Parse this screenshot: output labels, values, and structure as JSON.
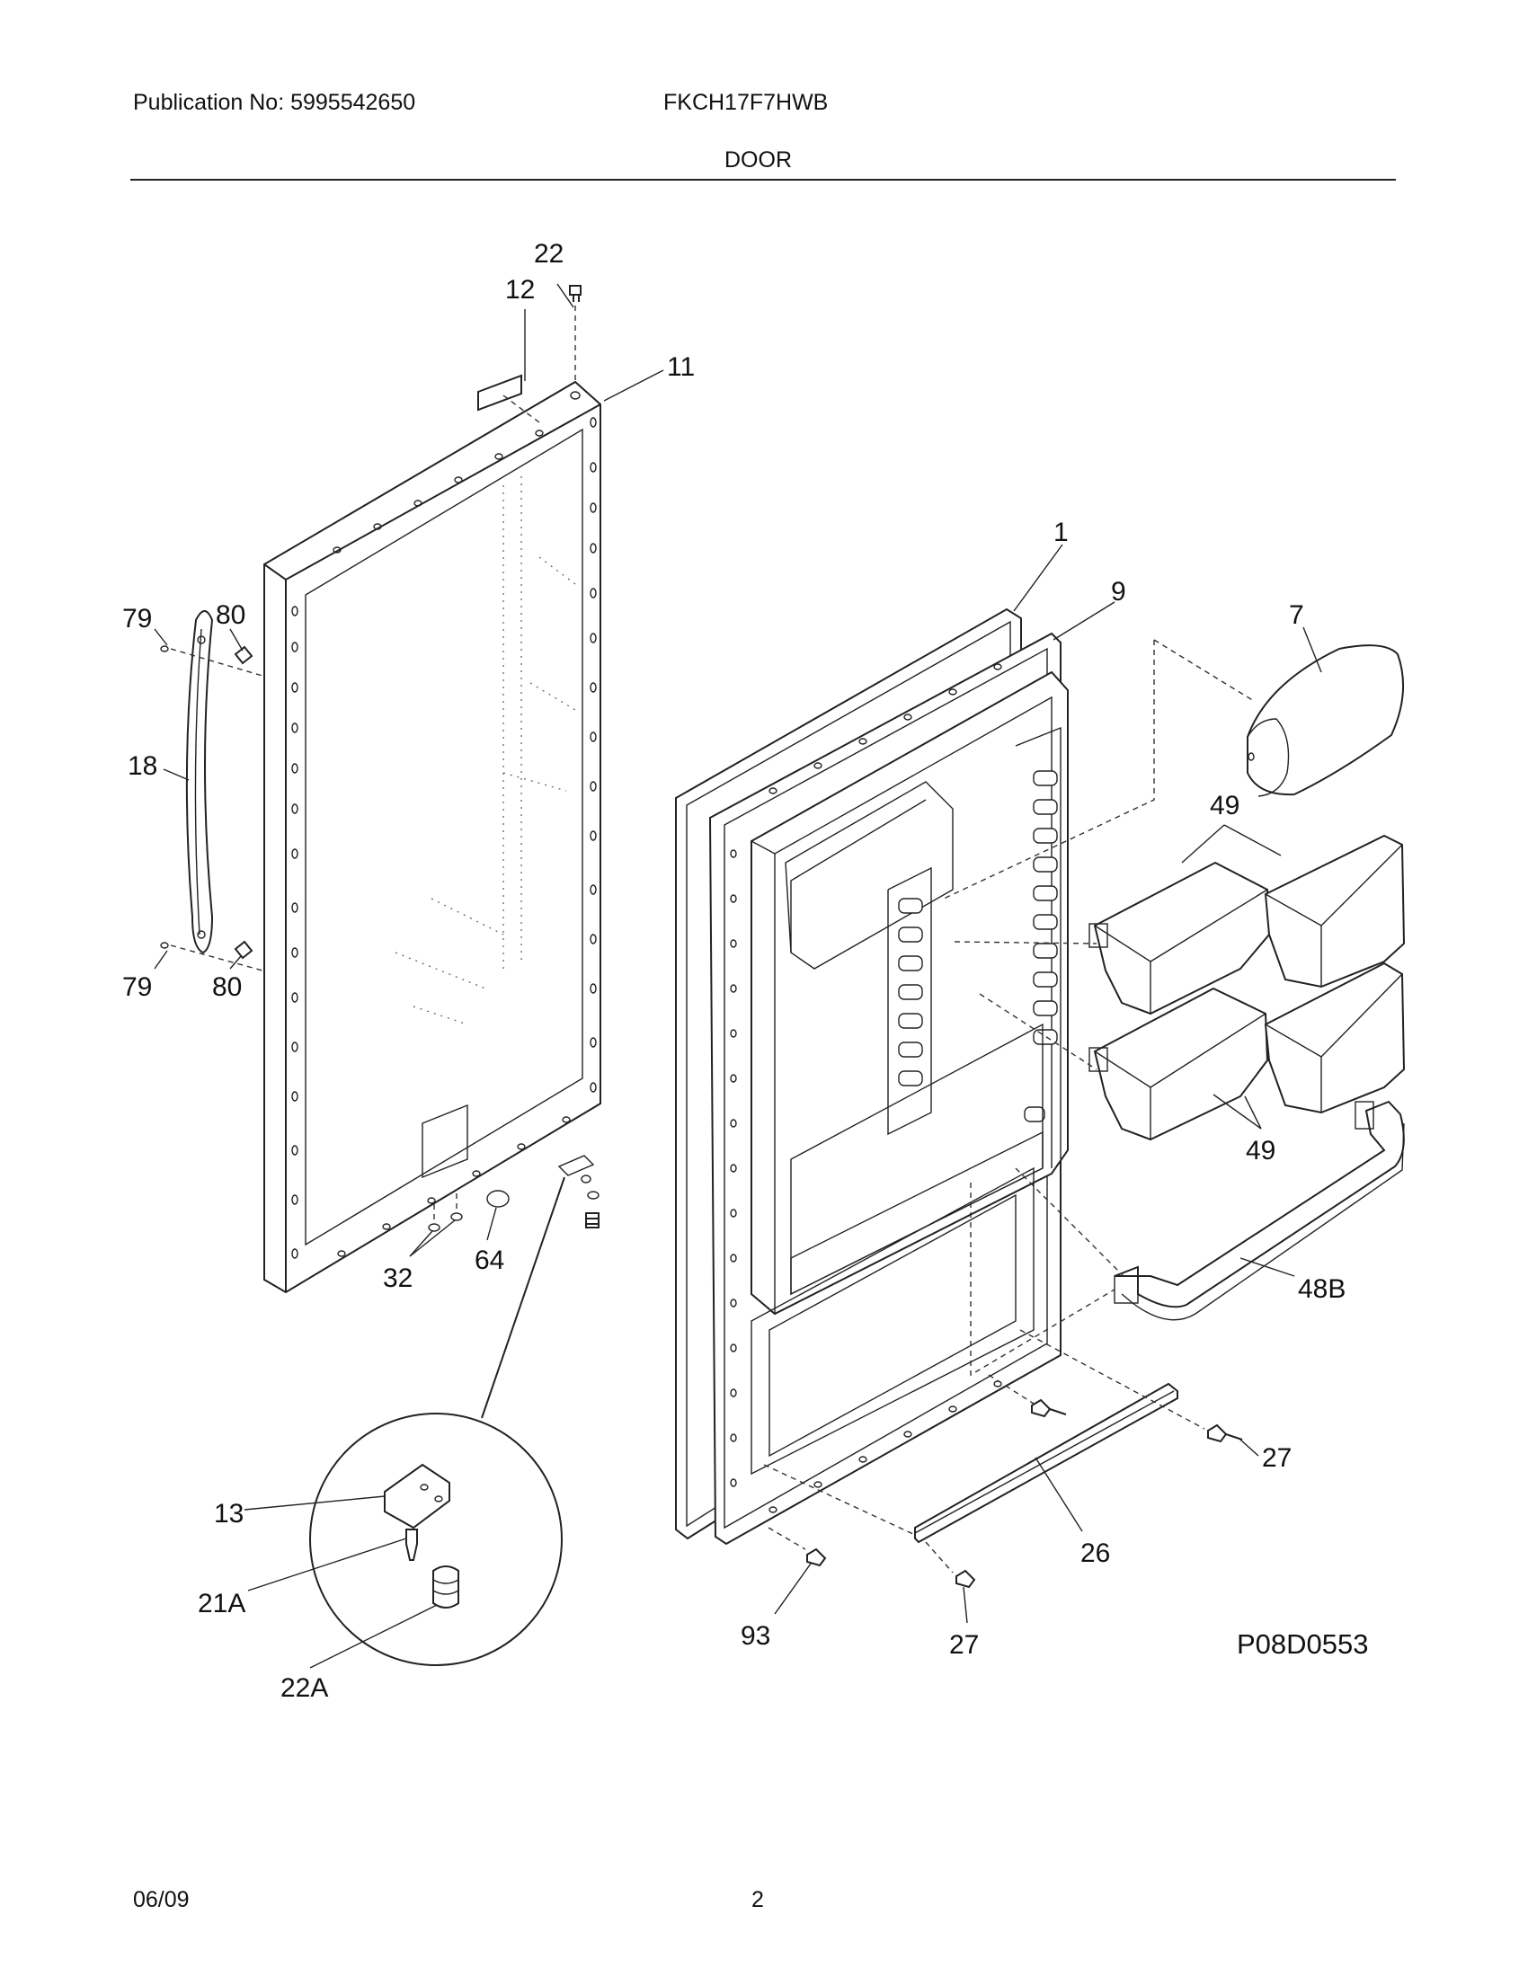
{
  "header": {
    "publication": "Publication No: 5995542650",
    "model": "FKCH17F7HWB",
    "section": "DOOR"
  },
  "footer": {
    "date": "06/09",
    "page": "2"
  },
  "diagram": {
    "code": "P08D0553",
    "callouts": {
      "c22": "22",
      "c12": "12",
      "c11": "11",
      "c1": "1",
      "c9": "9",
      "c7": "7",
      "c79a": "79",
      "c80a": "80",
      "c18": "18",
      "c79b": "79",
      "c80b": "80",
      "c49a": "49",
      "c49b": "49",
      "c48b": "48B",
      "c32": "32",
      "c64": "64",
      "c13": "13",
      "c21a": "21A",
      "c22a": "22A",
      "c27a": "27",
      "c26": "26",
      "c93": "93",
      "c27b": "27"
    }
  }
}
